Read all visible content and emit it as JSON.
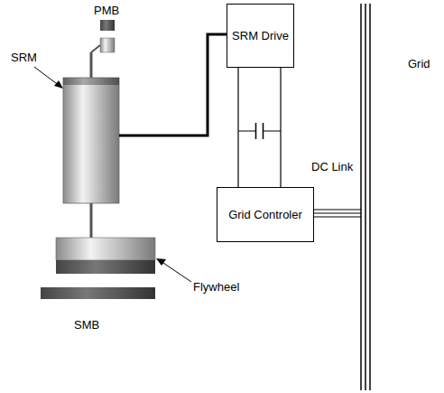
{
  "diagram": {
    "nodes": [
      {
        "text": [
          "SRM Drive"
        ]
      },
      {
        "text": [
          "Grid Controler"
        ]
      }
    ],
    "edges": [
      {
        "from": 0,
        "to": 1,
        "arrow": "none"
      }
    ],
    "labels": [
      "PMB",
      "SRM",
      "DC Link",
      "Flywheel",
      "SMB",
      "Grid"
    ]
  }
}
